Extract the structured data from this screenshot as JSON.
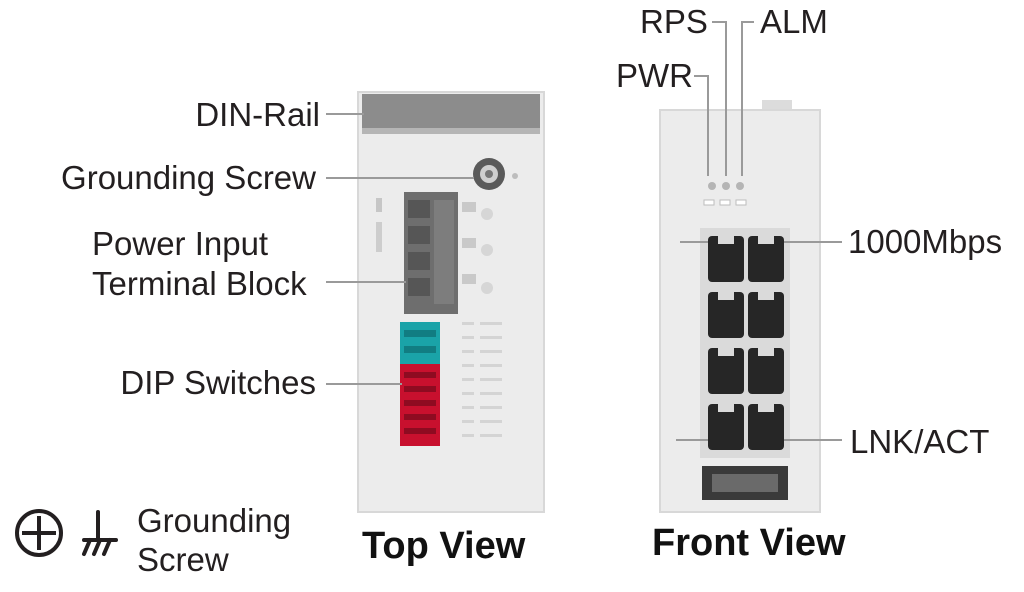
{
  "top_view": {
    "title": "Top View",
    "labels": {
      "din_rail": "DIN-Rail",
      "grounding_screw": "Grounding Screw",
      "power_input_line1": "Power Input",
      "power_input_line2": "Terminal Block",
      "dip_switches": "DIP Switches"
    }
  },
  "front_view": {
    "title": "Front View",
    "labels": {
      "rps": "RPS",
      "alm": "ALM",
      "pwr": "PWR",
      "speed": "1000Mbps",
      "link": "LNK/ACT"
    }
  },
  "legend": {
    "line1": "Grounding",
    "line2": "Screw"
  },
  "colors": {
    "dip_teal": "#1aa3a8",
    "dip_red": "#c8102e",
    "din_rail": "#8c8c8c",
    "terminal": "#6e6e6e"
  }
}
